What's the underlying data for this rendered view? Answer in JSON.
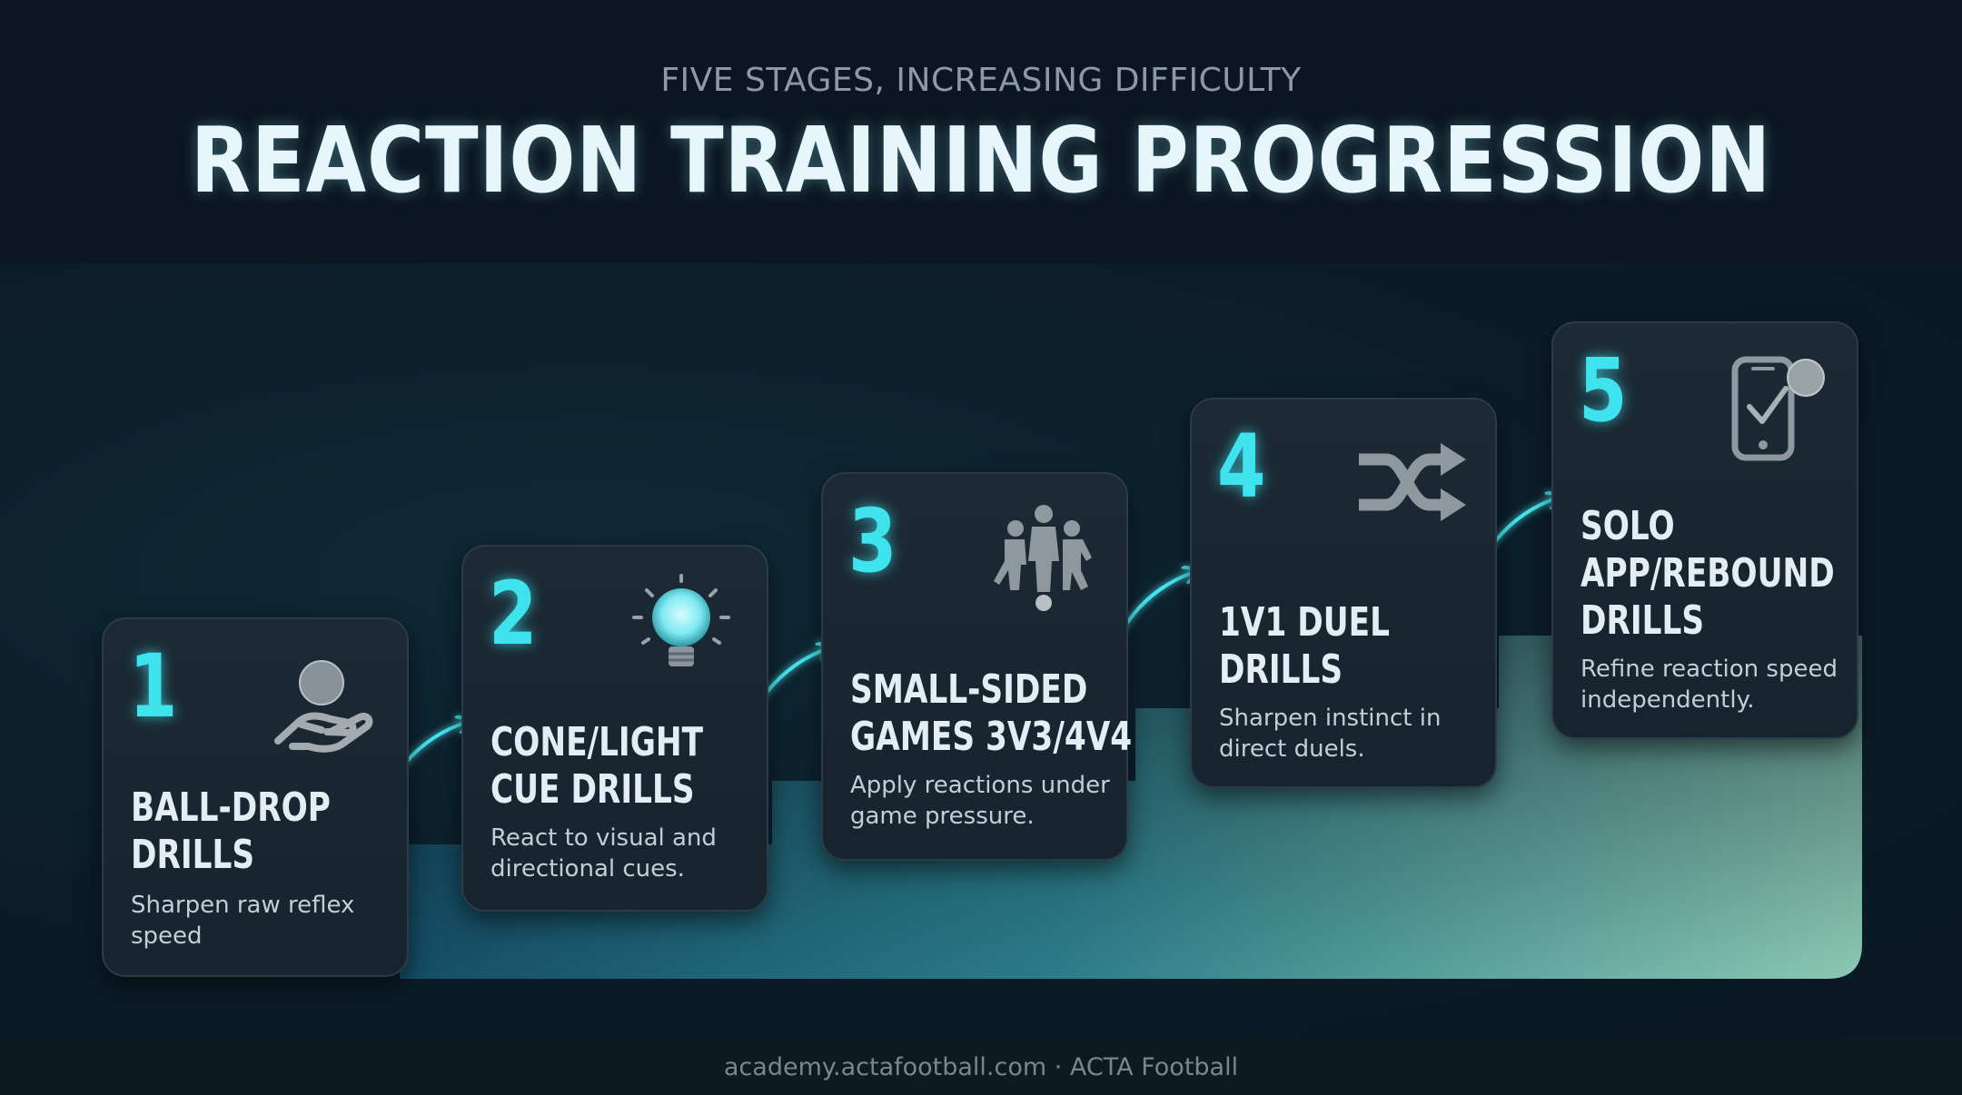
{
  "header": {
    "subtitle": "FIVE STAGES, INCREASING DIFFICULTY",
    "title": "REACTION TRAINING PROGRESSION"
  },
  "stages": [
    {
      "number": "1",
      "title": "BALL-DROP DRILLS",
      "title_lines": [
        "BALL-DROP",
        "DRILLS"
      ],
      "description": "Sharpen raw reflex speed",
      "icon": "hand-ball-icon"
    },
    {
      "number": "2",
      "title": "CONE/LIGHT CUE DRILLS",
      "title_lines": [
        "CONE/LIGHT",
        "CUE DRILLS"
      ],
      "description": "React to visual and directional cues.",
      "icon": "lightbulb-icon"
    },
    {
      "number": "3",
      "title": "SMALL-SIDED GAMES 3V3/4V4",
      "title_lines": [
        "SMALL-SIDED",
        "GAMES 3V3/4V4"
      ],
      "description": "Apply reactions under game pressure.",
      "icon": "team-players-icon"
    },
    {
      "number": "4",
      "title": "1V1 DUEL DRILLS",
      "title_lines": [
        "1V1 DUEL",
        "DRILLS"
      ],
      "description": "Sharpen instinct in direct duels.",
      "icon": "shuffle-arrows-icon"
    },
    {
      "number": "5",
      "title": "SOLO APP/REBOUND DRILLS",
      "title_lines": [
        "SOLO",
        "APP/REBOUND",
        "DRILLS"
      ],
      "description": "Refine reaction speed independently.",
      "icon": "phone-ball-icon"
    }
  ],
  "footer": {
    "text": "academy.actafootball.com · ACTA Football"
  },
  "colors": {
    "accent": "#3ee3ee",
    "background": "#0b1620",
    "card": "#1a2731",
    "staircase_start": "#1d6b82",
    "staircase_end": "#7fc2ad"
  }
}
